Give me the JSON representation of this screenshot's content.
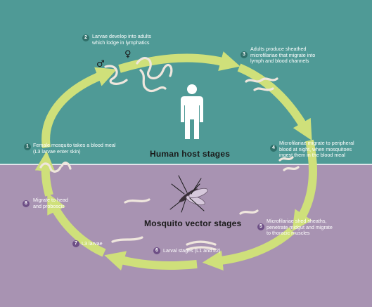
{
  "colors": {
    "human_bg": "#4f9a96",
    "mosquito_bg": "#a893b2",
    "arrow": "#cfe07a",
    "worm": "#efe6dd"
  },
  "stages": {
    "human": "Human host stages",
    "mosquito": "Mosquito vector stages"
  },
  "steps": [
    {
      "num": "1",
      "text": "Female mosquito takes a blood meal\n(L3 larvae enter skin)"
    },
    {
      "num": "2",
      "text": "Larvae develop into adults\nwhich lodge in lymphatics"
    },
    {
      "num": "3",
      "text": "Adults produce sheathed\nmicrofilariae that migrate into\nlymph and blood channels"
    },
    {
      "num": "4",
      "text": "Microfilariae migrate to peripheral\nblood at night, when mosquitoes\ningest them in the blood meal"
    },
    {
      "num": "5",
      "text": "Microfilariae shed sheaths,\npenetrate midgut and migrate\nto thoracic muscles"
    },
    {
      "num": "6",
      "text": "Larval stages (L1 and L2)"
    },
    {
      "num": "7",
      "text": "L3 larvae"
    },
    {
      "num": "8",
      "text": "Migrate to head\nand proboscis"
    }
  ],
  "symbols": {
    "male": "♂",
    "female": "♀"
  },
  "icons": {
    "human": "human-figure-icon",
    "mosquito": "mosquito-icon"
  }
}
